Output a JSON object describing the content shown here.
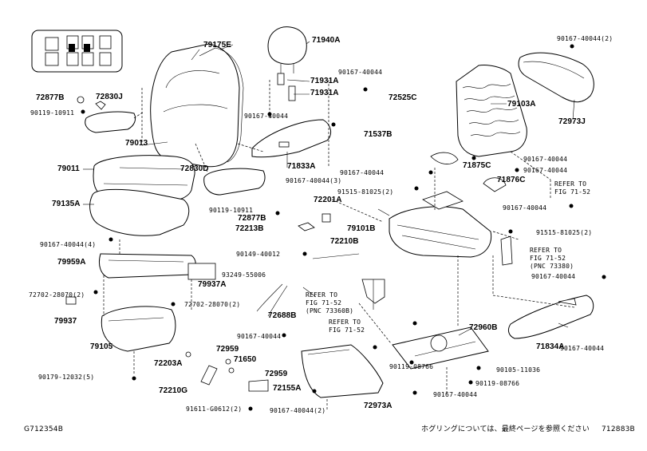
{
  "diagram": {
    "footer": {
      "left_code": "G712354B",
      "notice": "ホグリングについては、最終ページを参照ください",
      "right_code": "712883B"
    },
    "refs": {
      "r1": [
        "REFER TO",
        "FIG 71-52"
      ],
      "r2": [
        "REFER TO",
        "FIG 71-52",
        "(PNC 73380)"
      ],
      "r3": [
        "REFER TO",
        "FIG 71-52",
        "(PNC 73360B)"
      ],
      "r4": [
        "REFER TO",
        "FIG 71-52"
      ]
    },
    "labels": {
      "l79175E": "79175E",
      "l71940A": "71940A",
      "l90167a": "90167-40044(2)",
      "l90167b": "90167-40044",
      "l71931A1": "71931A",
      "l71931A2": "71931A",
      "l72877B1": "72877B",
      "l72830J": "72830J",
      "l90119a": "90119-10911",
      "l72525C": "72525C",
      "l79103A": "79103A",
      "l72973J": "72973J",
      "l90167c": "90167-40044",
      "l79013": "79013",
      "l71537B": "71537B",
      "l71833A": "71833A",
      "l90167d": "90167-40044",
      "l71875C": "71875C",
      "l90167e": "90167-40044",
      "l79011": "79011",
      "l72830D": "72830D",
      "l90167f": "90167-40044",
      "l71876C": "71876C",
      "l90167g": "90167-40044(3)",
      "l91515a": "91515-81025(2)",
      "l79135A": "79135A",
      "l72201A": "72201A",
      "l90167h": "90167-40044",
      "l90119b": "90119-10911",
      "l72877B2": "72877B",
      "l72213B": "72213B",
      "l79101B": "79101B",
      "l91515b": "91515-81025(2)",
      "l90167i": "90167-40044(4)",
      "l72210B": "72210B",
      "l79959A": "79959A",
      "l90149": "90149-40012",
      "l93249": "93249-55006",
      "l90167j": "90167-40044",
      "l79937A": "79937A",
      "l72702a": "72702-28070(2)",
      "l72702b": "72702-28070(2)",
      "l72688B": "72688B",
      "l79937": "79937",
      "l71834A": "71834A",
      "l90167k": "90167-40044",
      "l72960B": "72960B",
      "l79105": "79105",
      "l90167l": "90167-40044",
      "l72959a": "72959",
      "l72203A": "72203A",
      "l71650": "71650",
      "l90119c": "90119-08766",
      "l90105": "90105-11036",
      "l90179": "90179-12032(5)",
      "l72959b": "72959",
      "l90119d": "90119-08766",
      "l72210G": "72210G",
      "l72155A": "72155A",
      "l90167m": "90167-40044",
      "l91611": "91611-G0612(2)",
      "l90167n": "90167-40044(2)",
      "l72973A": "72973A"
    }
  }
}
